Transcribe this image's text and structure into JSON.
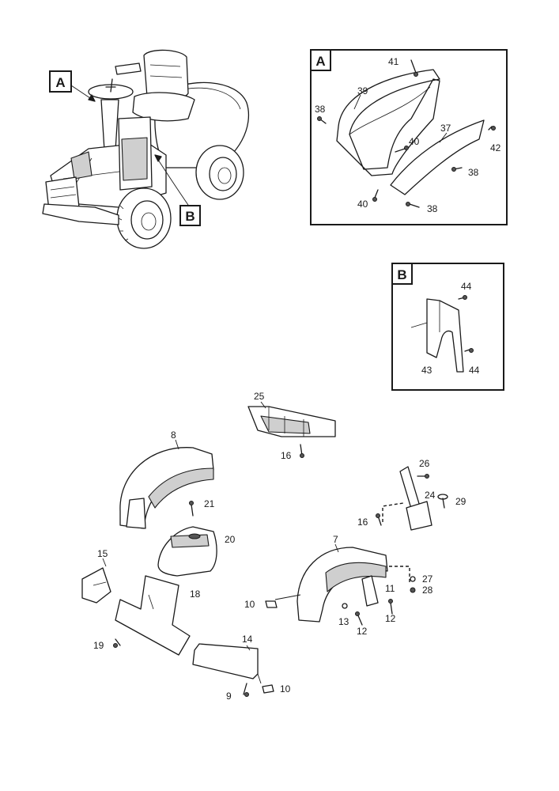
{
  "detail_labels": {
    "a": "A",
    "b": "B"
  },
  "callouts": {
    "c41": "41",
    "c39": "39",
    "c38a": "38",
    "c40a": "40",
    "c37": "37",
    "c42": "42",
    "c38b": "38",
    "c40b": "40",
    "c38c": "38",
    "c44a": "44",
    "c43": "43",
    "c44b": "44",
    "c25": "25",
    "c16a": "16",
    "c8": "8",
    "c21": "21",
    "c20": "20",
    "c26": "26",
    "c24": "24",
    "c29": "29",
    "c16b": "16",
    "c7": "7",
    "c27": "27",
    "c28": "28",
    "c11": "11",
    "c10a": "10",
    "c13": "13",
    "c12a": "12",
    "c12b": "12",
    "c15": "15",
    "c18": "18",
    "c19": "19",
    "c14": "14",
    "c9": "9",
    "c10b": "10"
  }
}
